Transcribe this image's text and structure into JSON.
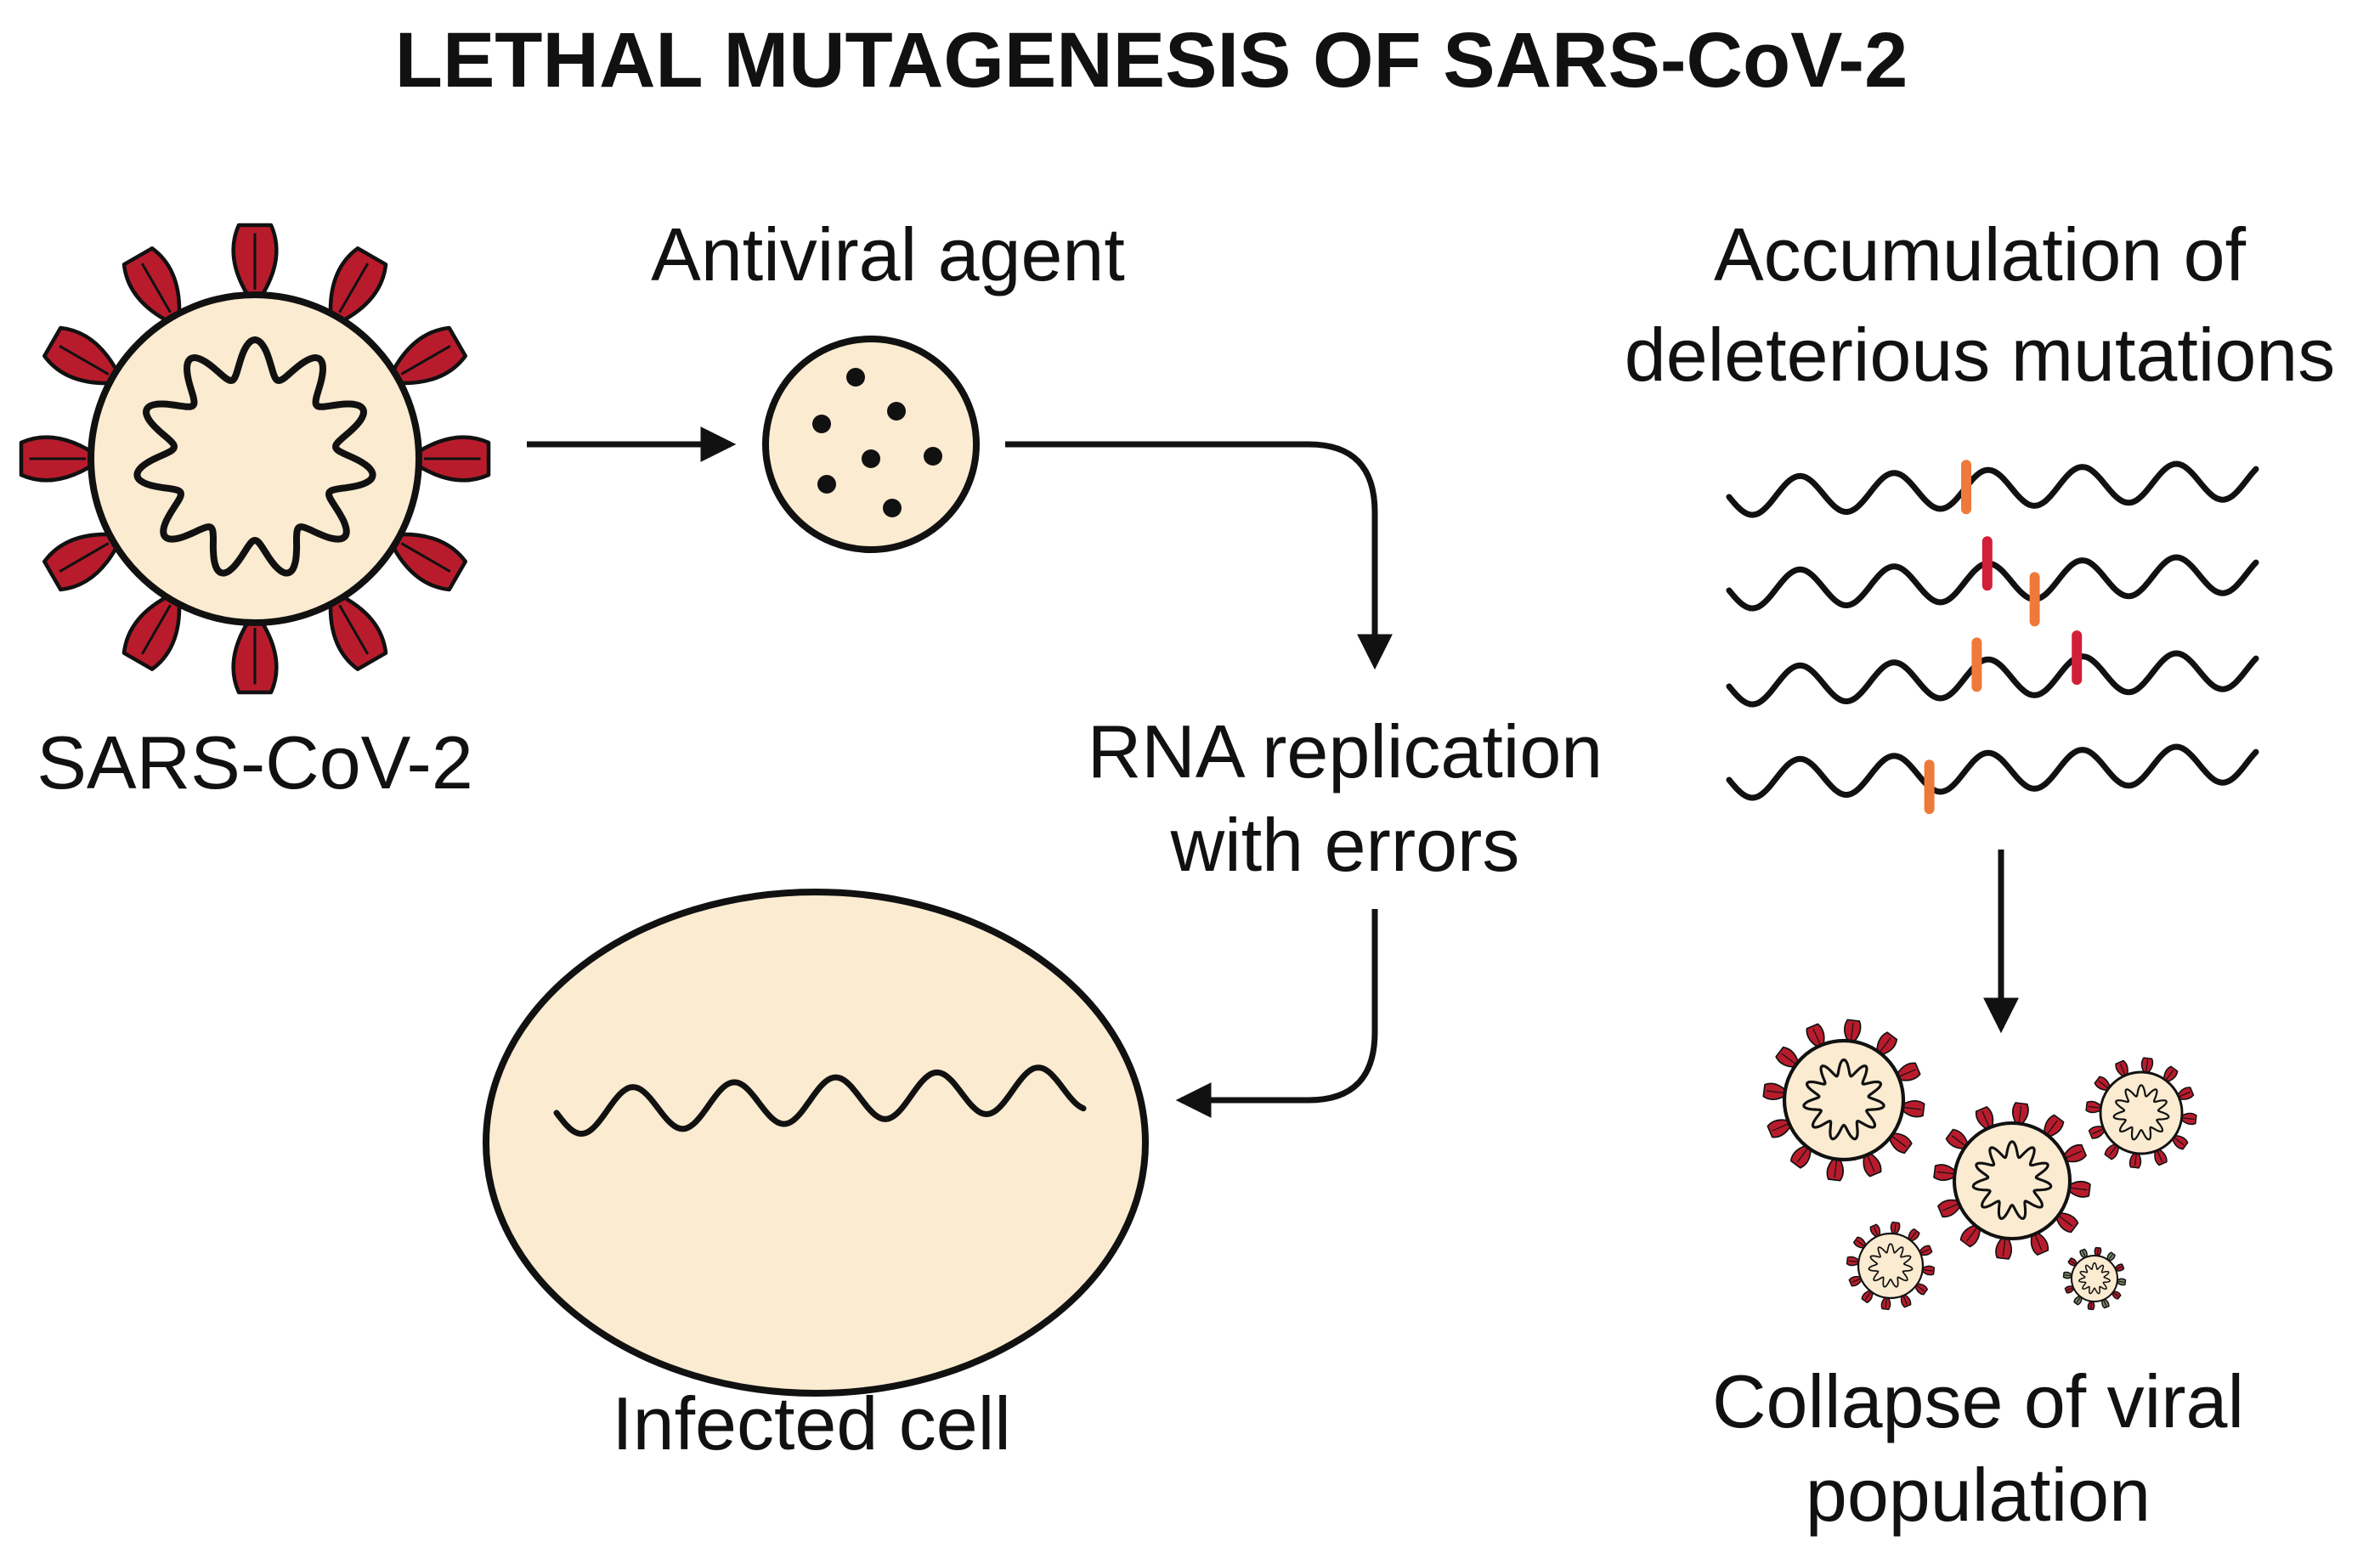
{
  "title": "LETHAL MUTAGENESIS OF SARS-CoV-2",
  "labels": {
    "virus": "SARS-CoV-2",
    "antiviral": "Antiviral agent",
    "accumulation_line1": "Accumulation of",
    "accumulation_line2": "deleterious mutations",
    "replication_line1": "RNA replication",
    "replication_line2": "with errors",
    "infected_cell": "Infected cell",
    "collapse_line1": "Collapse of viral",
    "collapse_line2": "population"
  },
  "colors": {
    "ink": "#111111",
    "capsule_fill": "#fbebd0",
    "spike_red": "#b81c2c",
    "mutation_orange": "#ee7a3a",
    "mutation_red": "#d11f3a",
    "faded_spike": "#7a8a6a"
  },
  "rna_strands": [
    {
      "mutations": [
        {
          "at": 0.45,
          "color": "orange"
        }
      ]
    },
    {
      "mutations": [
        {
          "at": 0.49,
          "color": "red"
        },
        {
          "at": 0.58,
          "color": "orange"
        }
      ]
    },
    {
      "mutations": [
        {
          "at": 0.47,
          "color": "orange"
        },
        {
          "at": 0.66,
          "color": "red"
        }
      ]
    },
    {
      "mutations": [
        {
          "at": 0.38,
          "color": "orange"
        }
      ]
    }
  ]
}
